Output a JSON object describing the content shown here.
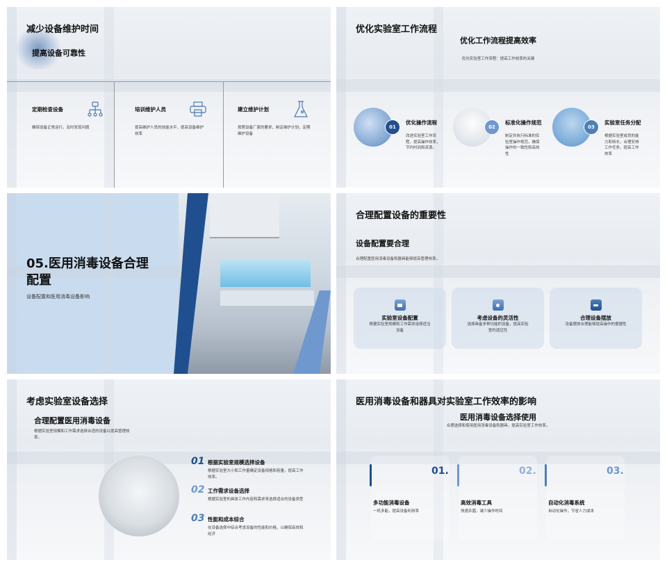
{
  "slide1": {
    "title": "减少设备维护时间",
    "subtitle": "提高设备可靠性",
    "items": [
      {
        "title": "定期检查设备",
        "desc": "确保设备正常运行，及时发现问题",
        "icon": "hierarchy-icon"
      },
      {
        "title": "培训维护人员",
        "desc": "提高维护人员的技能水平，提高设备维护效率",
        "icon": "printer-icon"
      },
      {
        "title": "建立维护计划",
        "desc": "按照设备厂家的要求，制定维护计划，定期维护设备",
        "icon": "flask-icon"
      }
    ]
  },
  "slide2": {
    "title": "优化实验室工作流程",
    "subtitle": "优化工作流程提高效率",
    "intro": "优化实验室工作流程：提高工作效率的关键",
    "items": [
      {
        "num": "01",
        "title": "优化操作流程",
        "desc": "改进实验室工作流程，提高操作效率，节约时间和资源。"
      },
      {
        "num": "02",
        "title": "标准化操作规范",
        "desc": "制定并执行标准的实验室操作规范，确保操作的一致性和高效性"
      },
      {
        "num": "03",
        "title": "实验室任务分配",
        "desc": "根据实验室成员的能力和特长，合理安排工作任务，提高工作效率"
      }
    ]
  },
  "slide3": {
    "title": "05.医用消毒设备合理配置",
    "subtitle": "设备配置和医用消毒设备影响"
  },
  "slide4": {
    "title": "合理配置设备的重要性",
    "subtitle": "设备配置要合理",
    "intro": "合理配置医用消毒设备和器具能够提高管理效率。",
    "cards": [
      {
        "title": "实验室设备配置",
        "desc": "根据实验室规模和工作需求选择适当设备"
      },
      {
        "title": "考虑设备的灵活性",
        "desc": "选择具备多种功能的设备，提高实验室的适应性"
      },
      {
        "title": "合理设备摆放",
        "desc": "设备摆放合理能够提高操作的便捷性"
      }
    ]
  },
  "slide5": {
    "title": "考虑实验室设备选择",
    "subtitle": "合理配置医用消毒设备",
    "intro": "根据实验室规模和工作需求选择合适的设备以提高管理效率。",
    "items": [
      {
        "num": "01",
        "title": "根据实验室规模选择设备",
        "desc": "根据实验室大小和工作量确定设备规格和容量，提高工作效率。"
      },
      {
        "num": "02",
        "title": "工作需求设备选择",
        "desc": "根据实验室的具体工作内容和需求来选择适合的设备类型"
      },
      {
        "num": "03",
        "title": "性能和成本综合",
        "desc": "在设备选择中综合考虑设备的性能和价格，以确保高效和经济"
      }
    ]
  },
  "slide6": {
    "title": "医用消毒设备和器具对实验室工作效率的影响",
    "subtitle": "医用消毒设备选择使用",
    "intro": "合理选择和使用医用消毒设备和器具，提高实验室工作效率。",
    "items": [
      {
        "num": "01.",
        "title": "多功能消毒设备",
        "desc": "一机多能，提高设备利用率"
      },
      {
        "num": "02.",
        "title": "高效消毒工具",
        "desc": "快速杀菌，减少操作时间"
      },
      {
        "num": "03.",
        "title": "自动化消毒系统",
        "desc": "自动化操作，节省人力成本"
      }
    ]
  },
  "colors": {
    "accent_dark": "#1f4f8f",
    "accent_light": "#6f98cf",
    "section_bg": "#c9dcef"
  }
}
